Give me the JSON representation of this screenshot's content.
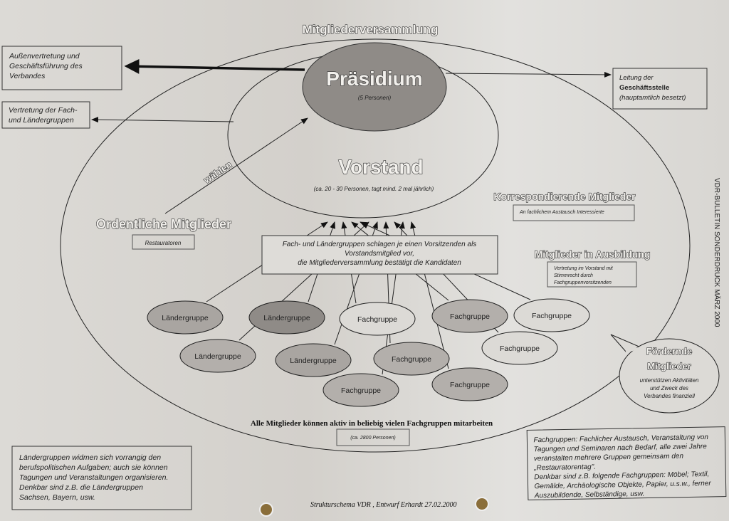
{
  "title": "Mitgliederversammlung",
  "praesidium": {
    "name": "Präsidium",
    "note": "(5 Personen)"
  },
  "vorstand": {
    "name": "Vorstand",
    "note": "(ca. 20 - 30 Personen, tagt mind. 2 mal jährlich)"
  },
  "left_boxes": {
    "aussen": [
      "Außenvertretung und",
      "Geschäftsführung des",
      "Verbandes"
    ],
    "vertretung": [
      "Vertretung der Fach-",
      "und Ländergruppen"
    ]
  },
  "leitung": [
    "Leitung der",
    "Geschäftsstelle",
    "(hauptamtlich besetzt)"
  ],
  "waehlen": "wählen",
  "ordentliche": {
    "name": "Ordentliche Mitglieder",
    "note": "Restauratoren"
  },
  "korrespondierende": {
    "name": "Korrespondierende Mitglieder",
    "note": "An fachlichem Austausch Interessierte"
  },
  "ausbildung": {
    "name": "Mitglieder in Ausbildung",
    "note": [
      "Vertretung im Vorstand mit",
      "Stimmrecht durch",
      "Fachgruppenvorsitzenden"
    ]
  },
  "vorschlag": [
    "Fach- und Ländergruppen schlagen je einen Vorsitzenden als",
    "Vorstandsmitglied vor,",
    "die Mitgliederversammlung bestätigt die Kandidaten"
  ],
  "groups": [
    "Ländergruppe",
    "Ländergruppe",
    "Fachgruppe",
    "Fachgruppe",
    "Fachgruppe",
    "Ländergruppe",
    "Ländergruppe",
    "Fachgruppe",
    "Fachgruppe",
    "Fachgruppe",
    "Fachgruppe"
  ],
  "foerdernde": {
    "name": [
      "Fördernde",
      "Mitglieder"
    ],
    "note": [
      "unterstützen Aktivitäten",
      "und Zweck des",
      "Verbandes finanziell"
    ]
  },
  "alle": "Alle Mitglieder können aktiv in beliebig vielen Fachgruppen mitarbeiten",
  "alle_note": "(ca. 2800 Personen)",
  "laender_note": [
    "Ländergruppen widmen sich vorrangig den",
    "berufspolitischen Aufgaben; auch sie können",
    "Tagungen und Veranstaltungen organisieren.",
    "Denkbar sind z.B. die Ländergruppen",
    "Sachsen, Bayern, usw."
  ],
  "fach_note": [
    "Fachgruppen: Fachlicher Austausch, Veranstaltung von",
    "Tagungen und Seminaren nach Bedarf, alle zwei Jahre",
    "veranstalten mehrere Gruppen gemeinsam den",
    "„Restauratorentag\".",
    "Denkbar sind z.B. folgende Fachgruppen: Möbel; Textil,",
    "Gemälde, Archäologische Objekte, Papier, u.s.w., ferner",
    "Auszubildende, Selbständige, usw."
  ],
  "footer": "Strukturschema VDR ,   Entwurf  Erhardt 27.02.2000",
  "side_label": "VDR-BULLETIN SONDERDRUCK MÄRZ 2000"
}
